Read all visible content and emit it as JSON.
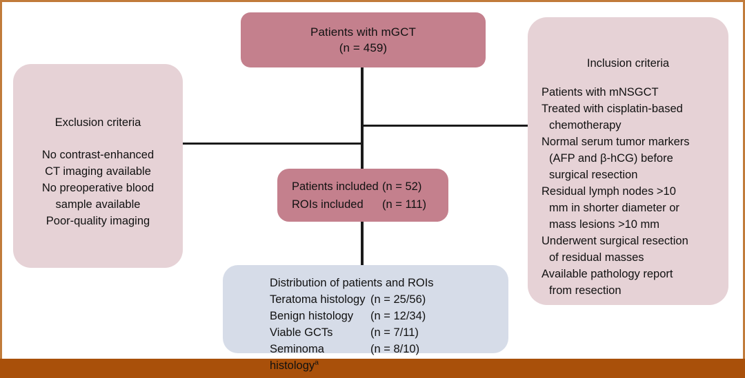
{
  "figure": {
    "type": "flowchart",
    "colors": {
      "frame_rule": "#c17b3a",
      "frame_bar": "#a9500a",
      "mauve_box": "#c4808d",
      "pink_panel": "#e6d2d6",
      "blue_box": "#d6dce8",
      "connector": "#1a1a1a",
      "text": "#111111"
    }
  },
  "top_box": {
    "line1": "Patients with mGCT",
    "line2": "(n = 459)"
  },
  "exclusion": {
    "heading": "Exclusion criteria",
    "items": [
      {
        "text": "No contrast-enhanced",
        "cont": "CT imaging available"
      },
      {
        "text": "No preoperative blood",
        "cont": "sample available"
      },
      {
        "text": "Poor-quality imaging",
        "cont": ""
      }
    ]
  },
  "inclusion": {
    "heading": "Inclusion criteria",
    "items": [
      {
        "text": "Patients with mNSGCT",
        "cont": []
      },
      {
        "text": "Treated with cisplatin-based",
        "cont": [
          "chemotherapy"
        ]
      },
      {
        "text": "Normal serum tumor markers",
        "cont": [
          "(AFP and β-hCG) before",
          "surgical resection"
        ]
      },
      {
        "text": "Residual lymph nodes >10",
        "cont": [
          "mm in shorter diameter or",
          "mass lesions >10 mm"
        ]
      },
      {
        "text": "Underwent surgical resection",
        "cont": [
          "of residual masses"
        ]
      },
      {
        "text": "Available pathology report",
        "cont": [
          "from resection"
        ]
      }
    ]
  },
  "included_box": {
    "rows": [
      {
        "label": "Patients included",
        "count": "(n = 52)"
      },
      {
        "label": "ROIs included",
        "count": "(n = 111)"
      }
    ]
  },
  "distribution_box": {
    "title": "Distribution of patients and ROIs",
    "rows": [
      {
        "label": "Teratoma histology",
        "sup": "",
        "count": "(n =  25/56)"
      },
      {
        "label": "Benign histology",
        "sup": "",
        "count": "(n = 12/34)"
      },
      {
        "label": "Viable GCTs",
        "sup": "",
        "count": "(n = 7/11)"
      },
      {
        "label": "Seminoma histology",
        "sup": "a",
        "count": "(n = 8/10)"
      }
    ]
  }
}
